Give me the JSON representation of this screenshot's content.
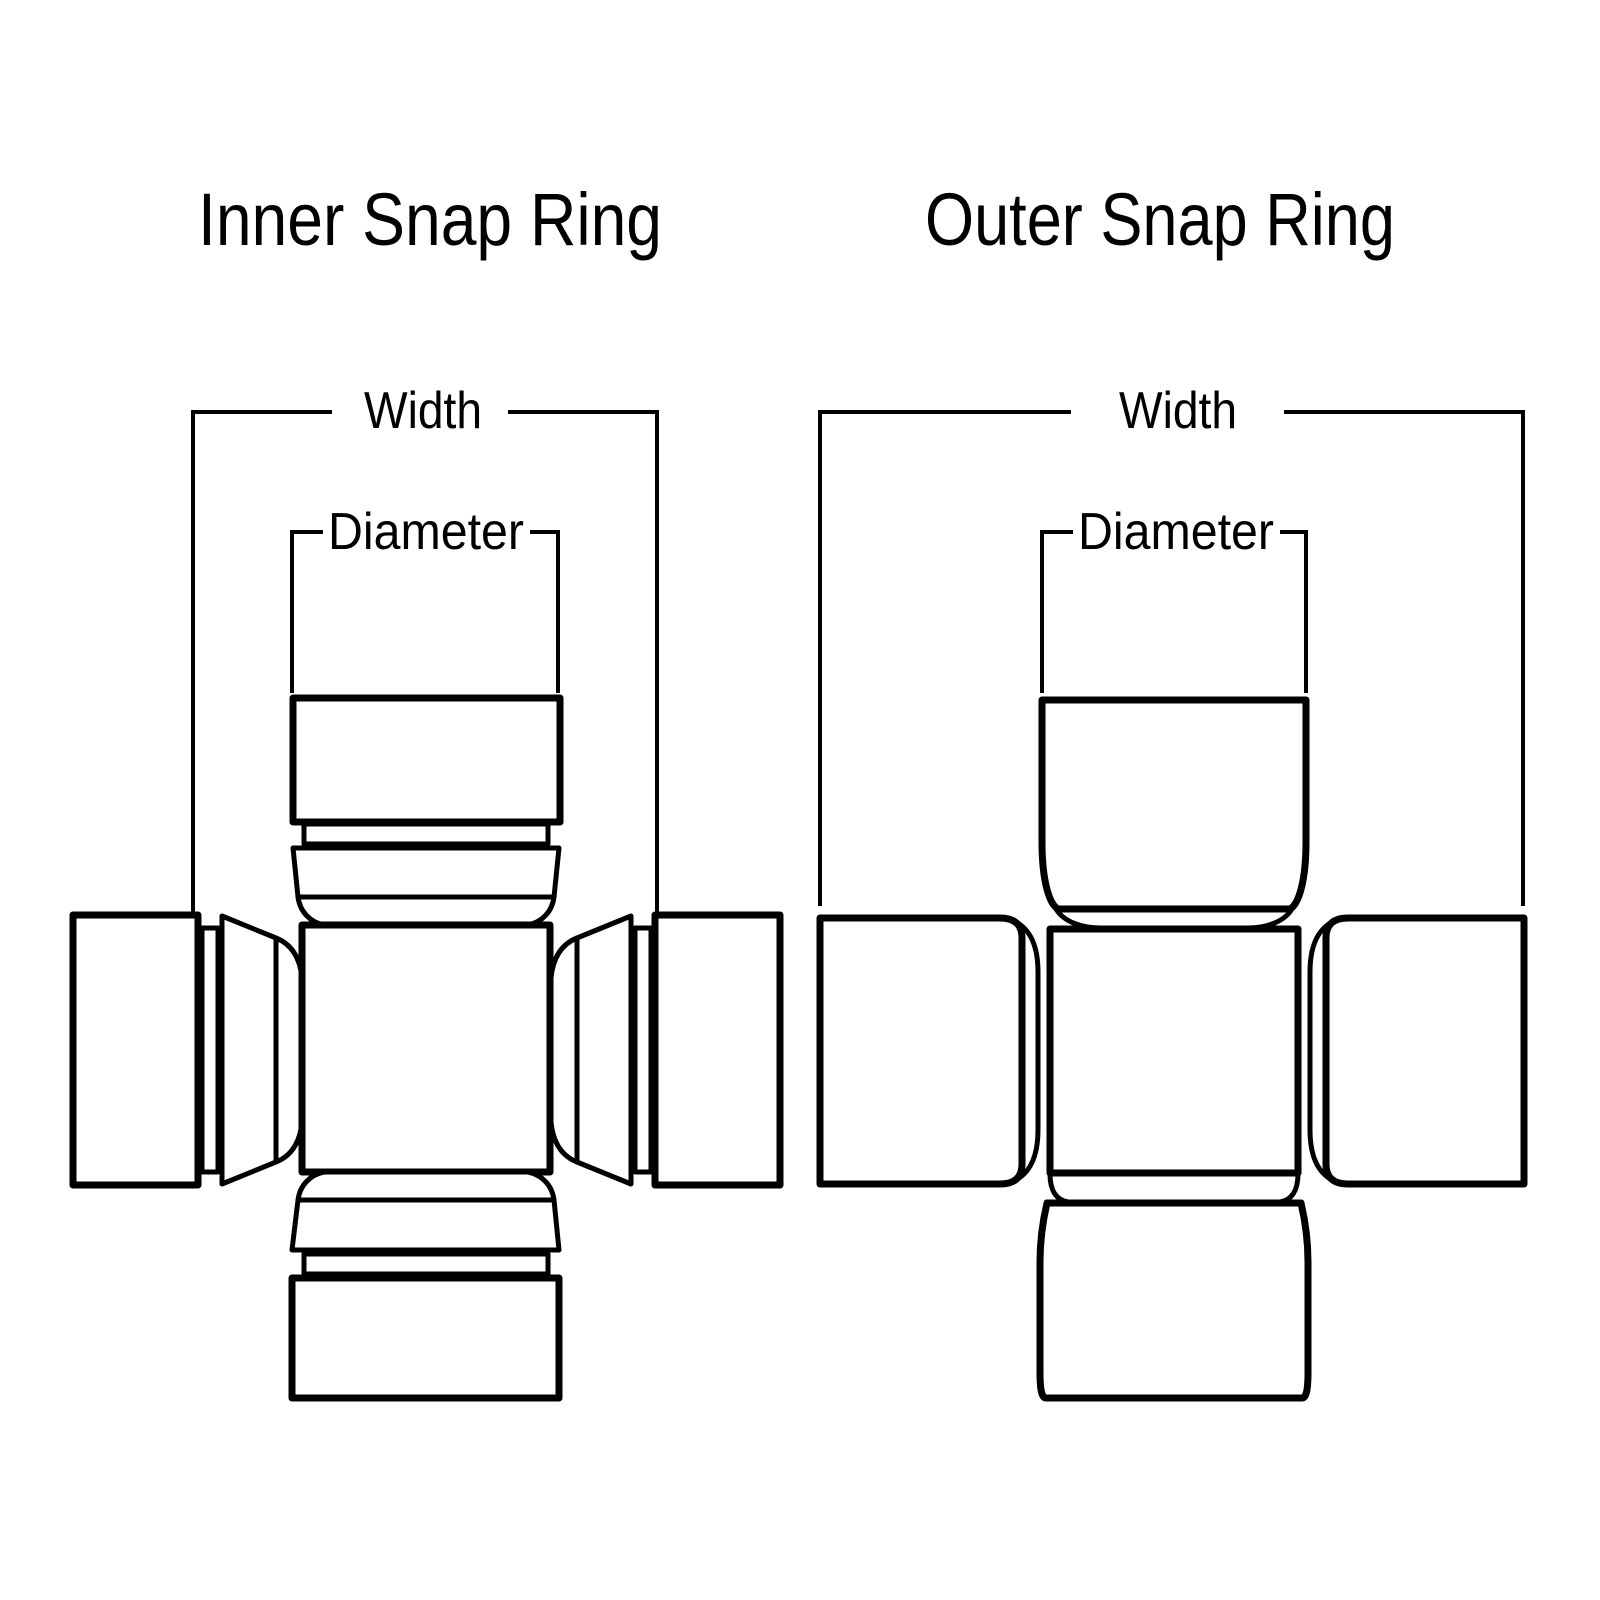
{
  "canvas": {
    "background_color": "#ffffff",
    "line_color": "#000000"
  },
  "diagrams": [
    {
      "title": "Inner Snap Ring",
      "width_label": "Width",
      "diameter_label": "Diameter"
    },
    {
      "title": "Outer Snap Ring",
      "width_label": "Width",
      "diameter_label": "Diameter"
    }
  ]
}
